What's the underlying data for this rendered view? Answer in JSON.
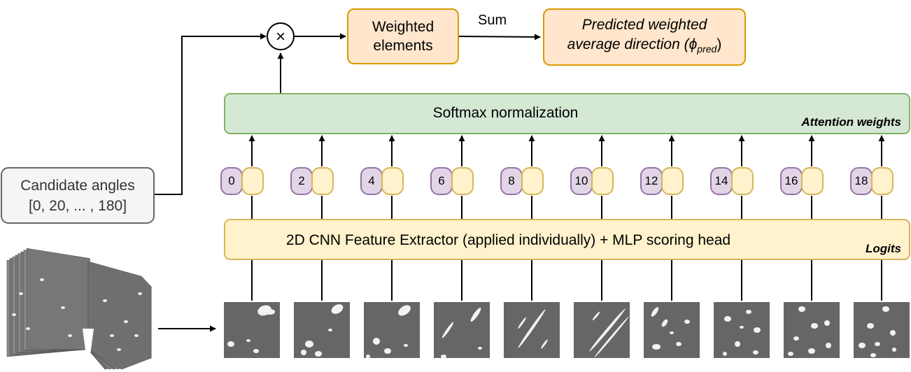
{
  "weighted_box": {
    "line1": "Weighted",
    "line2": "elements"
  },
  "sum_label": "Sum",
  "predicted_box": {
    "line1": "Predicted weighted",
    "line2_main": "average direction (",
    "line2_phi": "ϕ",
    "line2_sub": "pred",
    "line2_close": ")"
  },
  "multiply_symbol": "×",
  "softmax_box": {
    "label": "Softmax normalization",
    "tag": "Attention weights"
  },
  "cnn_box": {
    "label": "2D CNN Feature Extractor (applied individually) + MLP scoring head",
    "tag": "Logits"
  },
  "candidate_box": {
    "line1": "Candidate angles",
    "line2": "[0, 20, ... , 180]"
  },
  "indices": [
    "0",
    "2",
    "4",
    "6",
    "8",
    "10",
    "12",
    "14",
    "16",
    "18"
  ],
  "colors": {
    "orange_fill": "#ffe6cc",
    "orange_stroke": "#d79b00",
    "green_fill": "#d5e8d4",
    "green_stroke": "#82b366",
    "yellow_fill": "#fff2cc",
    "yellow_stroke": "#d6b656",
    "purple_fill": "#e1d5e7",
    "purple_stroke": "#9673a6",
    "grey_fill": "#f5f5f5",
    "grey_stroke": "#666666"
  }
}
